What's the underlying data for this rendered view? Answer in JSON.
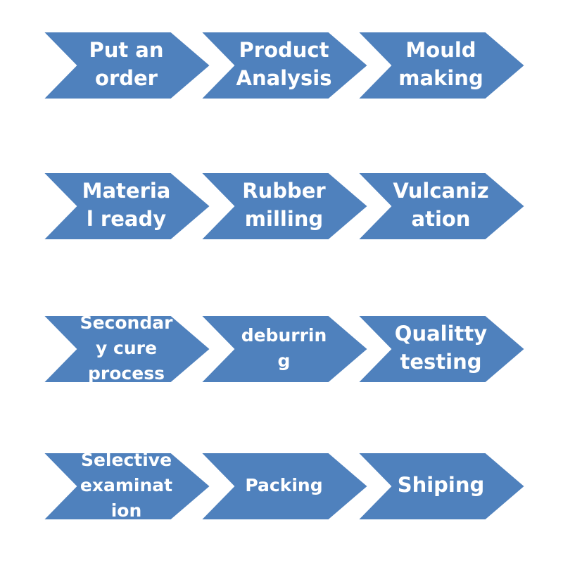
{
  "diagram": {
    "fill_color": "#4f81bd",
    "stroke_color": "#ffffff",
    "text_color": "#ffffff",
    "rows": [
      {
        "steps": [
          {
            "lines": [
              "Put an",
              "order"
            ],
            "size": "large"
          },
          {
            "lines": [
              "Product",
              "Analysis"
            ],
            "size": "large"
          },
          {
            "lines": [
              "Mould",
              "making"
            ],
            "size": "large"
          }
        ]
      },
      {
        "steps": [
          {
            "lines": [
              "Materia",
              "l ready"
            ],
            "size": "large"
          },
          {
            "lines": [
              "Rubber",
              "milling"
            ],
            "size": "large"
          },
          {
            "lines": [
              "Vulcaniz",
              "ation"
            ],
            "size": "large"
          }
        ]
      },
      {
        "steps": [
          {
            "lines": [
              "Secondar",
              "y cure",
              "process"
            ],
            "size": "small"
          },
          {
            "lines": [
              "deburrin",
              "g"
            ],
            "size": "small"
          },
          {
            "lines": [
              "Qualitty",
              "testing"
            ],
            "size": "large"
          }
        ]
      },
      {
        "steps": [
          {
            "lines": [
              "Selective",
              "examinat",
              "ion"
            ],
            "size": "small"
          },
          {
            "lines": [
              "Packing"
            ],
            "size": "small"
          },
          {
            "lines": [
              "Shiping"
            ],
            "size": "large"
          }
        ]
      }
    ]
  }
}
